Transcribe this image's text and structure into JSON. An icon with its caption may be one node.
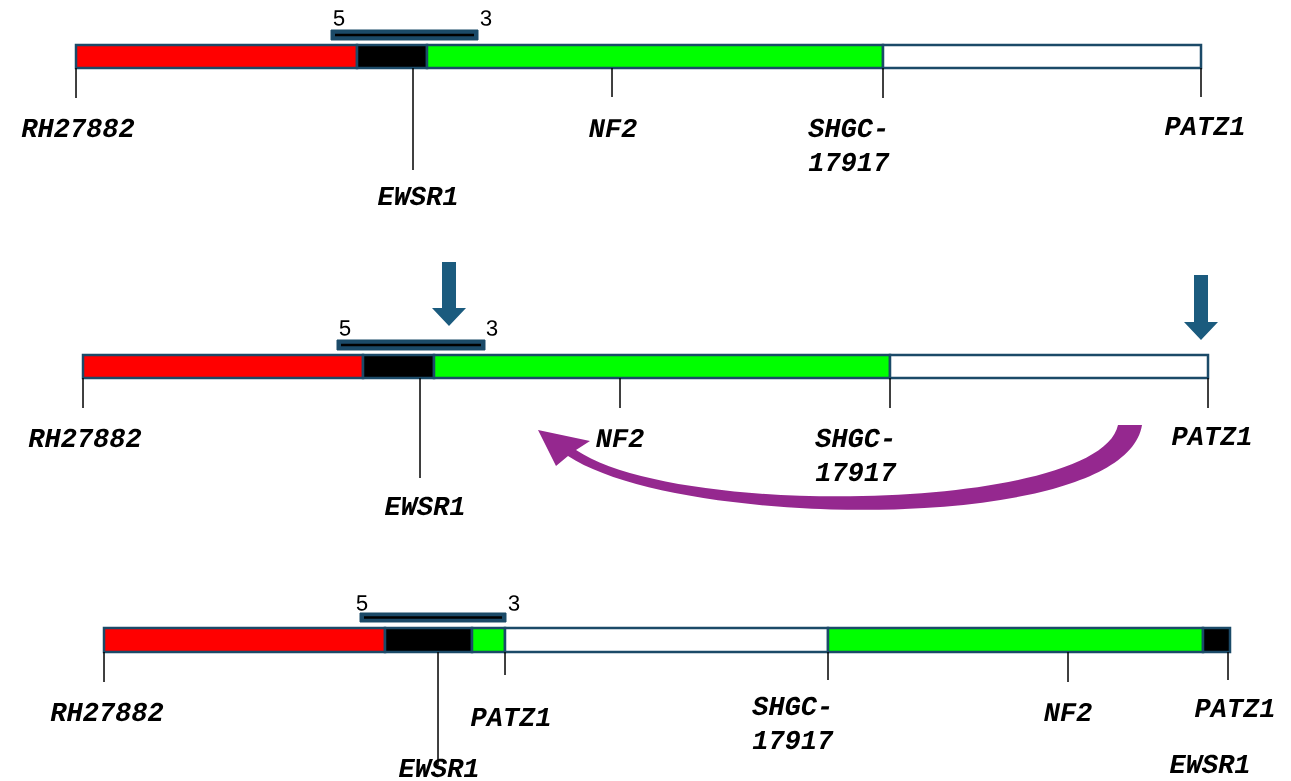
{
  "diagram": {
    "labels": [
      "5",
      "3",
      "RH27882",
      "NF2",
      "SHGC-17917",
      "PATZ1",
      "EWSR1",
      "5",
      "3",
      "RH27882",
      "NF2",
      "SHGC-17917",
      "PATZ1",
      "EWSR1",
      "5",
      "3",
      "RH27882",
      "PATZ1",
      "SHGC-17917",
      "NF2",
      "PATZ1",
      "EWSR1",
      "EWSR1"
    ]
  }
}
